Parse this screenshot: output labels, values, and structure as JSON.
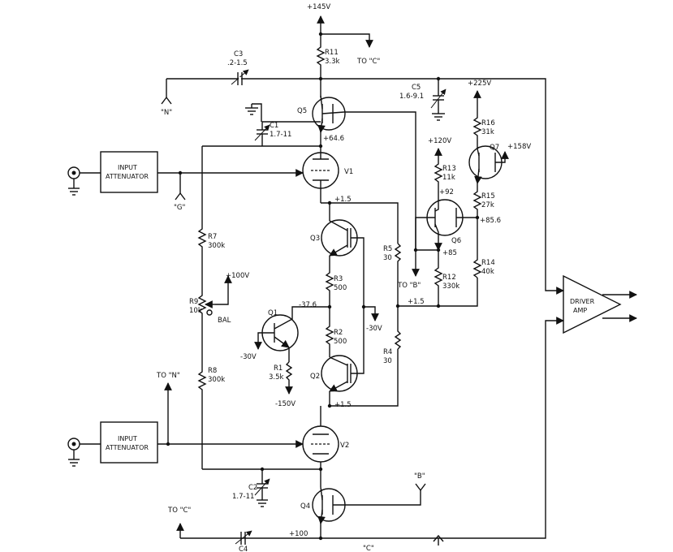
{
  "rails": {
    "plus145": "+145V",
    "plus225": "+225V",
    "plus120": "+120V",
    "plus158": "+158V",
    "plus100_bal": "+100V",
    "minus30_q1": "-30V",
    "minus30_q3": "-30V",
    "minus150": "-150V"
  },
  "nodes": {
    "n646": "+64.6",
    "n15_top": "+1.5",
    "n376": "-37.6",
    "n15_mid": "+1.5",
    "n15_bot": "+1.5",
    "n92": "+92",
    "n856": "+85.6",
    "n85": "+85",
    "n100": "+100"
  },
  "boxes": {
    "attenuator_top": [
      "INPUT",
      "ATTENUATOR"
    ],
    "attenuator_bot": [
      "INPUT",
      "ATTENUATOR"
    ],
    "driver_amp": [
      "DRIVER",
      "AMP"
    ]
  },
  "refs": {
    "to_c_top": "TO \"C\"",
    "to_b": "TO \"B\"",
    "to_n": "TO \"N\"",
    "to_c_bot": "TO \"C\"",
    "ant_n": "\"N\"",
    "ant_g": "\"G\"",
    "ant_b": "\"B\"",
    "ant_c": "\"C\""
  },
  "components": {
    "r11": [
      "R11",
      "3.3k"
    ],
    "c3": [
      "C3",
      ".2-1.5"
    ],
    "c5": [
      "C5",
      "1.6-9.1"
    ],
    "c1": [
      "C1",
      "1.7-11"
    ],
    "c2": [
      "C2",
      "1.7-11"
    ],
    "c4": [
      "C4"
    ],
    "r16": [
      "R16",
      "31k"
    ],
    "r13": [
      "R13",
      "11k"
    ],
    "r15": [
      "R15",
      "27k"
    ],
    "r7": [
      "R7",
      "300k"
    ],
    "r5": [
      "R5",
      "30"
    ],
    "r3": [
      "R3",
      "500"
    ],
    "r12": [
      "R12",
      "330k"
    ],
    "r14": [
      "R14",
      "40k"
    ],
    "r9": [
      "R9",
      "10k"
    ],
    "bal": "BAL",
    "r2": [
      "R2",
      "500"
    ],
    "r4": [
      "R4",
      "30"
    ],
    "r1": [
      "R1",
      "3.5k"
    ],
    "r8": [
      "R8",
      "300k"
    ]
  },
  "devices": {
    "q5": "Q5",
    "q7": "Q7",
    "q6": "Q6",
    "q3": "Q3",
    "q1": "Q1",
    "q2": "Q2",
    "q4": "Q4",
    "v1": "V1",
    "v2": "V2"
  }
}
